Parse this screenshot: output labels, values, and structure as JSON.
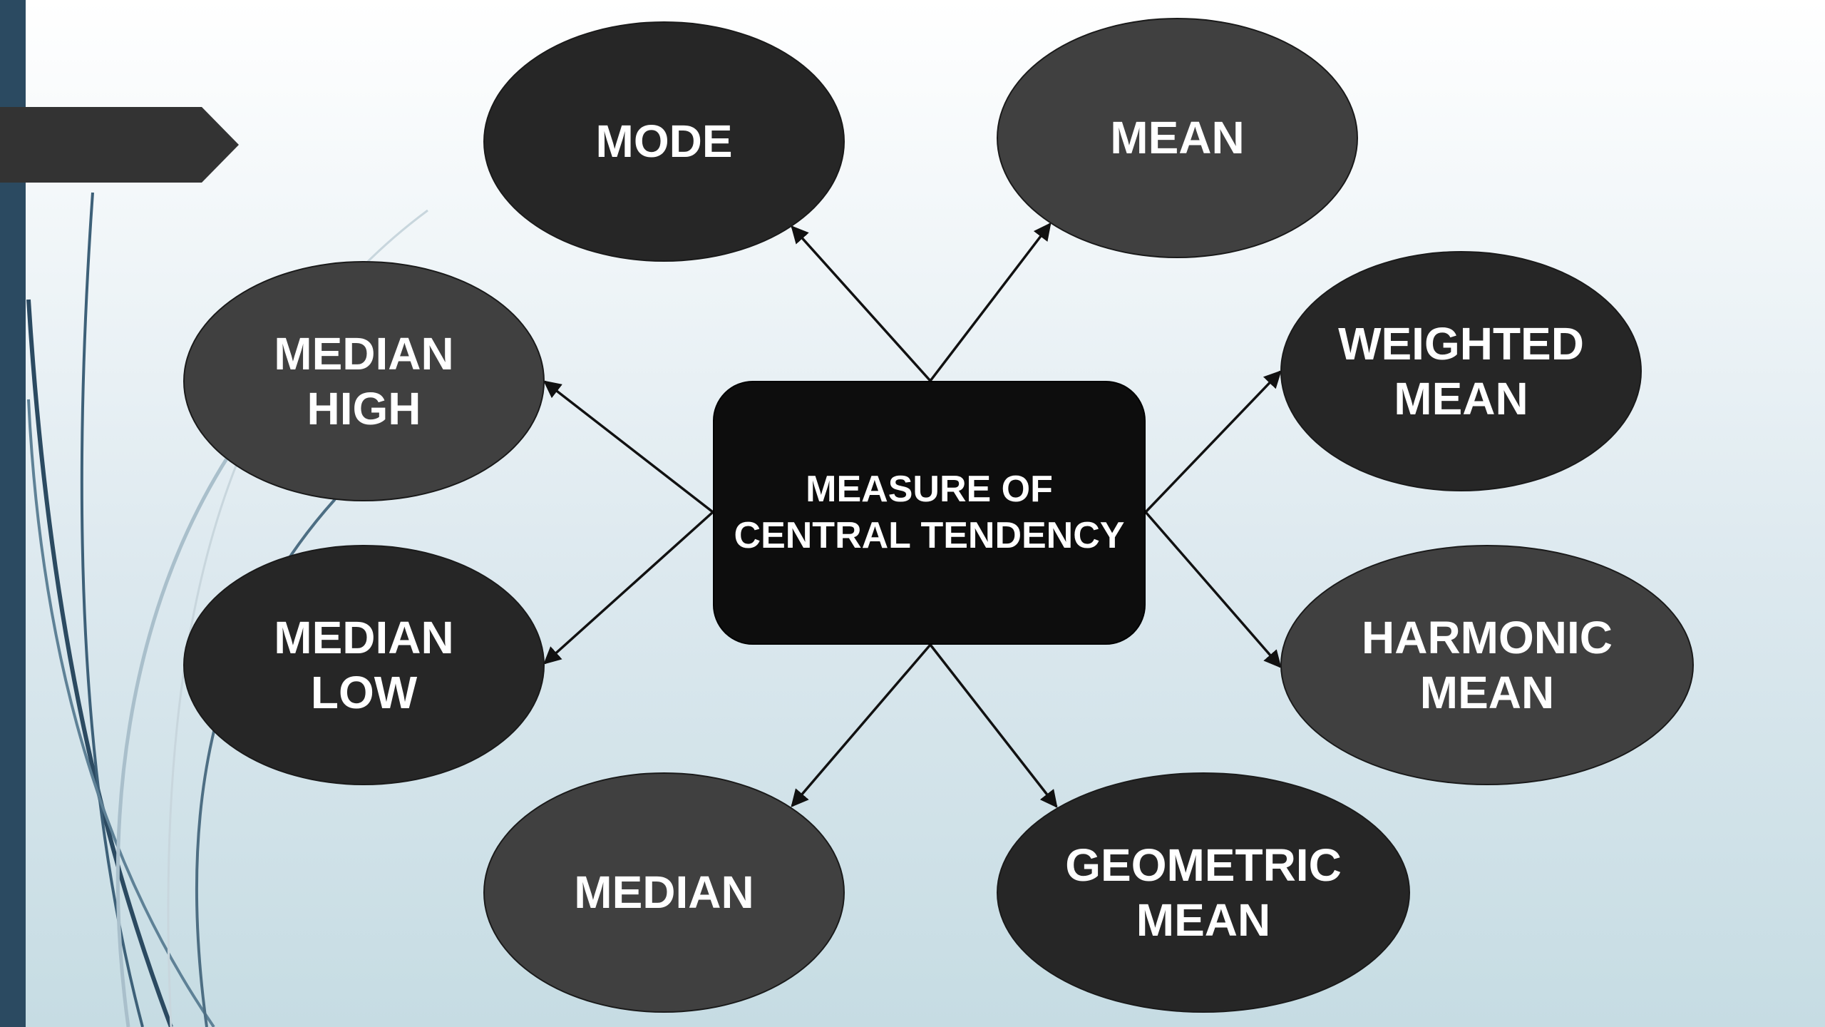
{
  "diagram": {
    "center": {
      "line1": "MEASURE OF",
      "line2": "CENTRAL TENDENCY"
    },
    "nodes": [
      {
        "id": "mode",
        "lines": [
          "MODE"
        ]
      },
      {
        "id": "mean",
        "lines": [
          "MEAN"
        ]
      },
      {
        "id": "median-high",
        "lines": [
          "MEDIAN",
          "HIGH"
        ]
      },
      {
        "id": "weighted-mean",
        "lines": [
          "WEIGHTED",
          "MEAN"
        ]
      },
      {
        "id": "median-low",
        "lines": [
          "MEDIAN",
          "LOW"
        ]
      },
      {
        "id": "harmonic-mean",
        "lines": [
          "HARMONIC",
          "MEAN"
        ]
      },
      {
        "id": "median",
        "lines": [
          "MEDIAN"
        ]
      },
      {
        "id": "geometric-mean",
        "lines": [
          "GEOMETRIC",
          "MEAN"
        ]
      }
    ]
  },
  "colors": {
    "node_dark": "#262626",
    "node_mid": "#404040",
    "hub": "#0d0d0d",
    "accent_bar": "#2b4a61",
    "text": "#ffffff"
  }
}
